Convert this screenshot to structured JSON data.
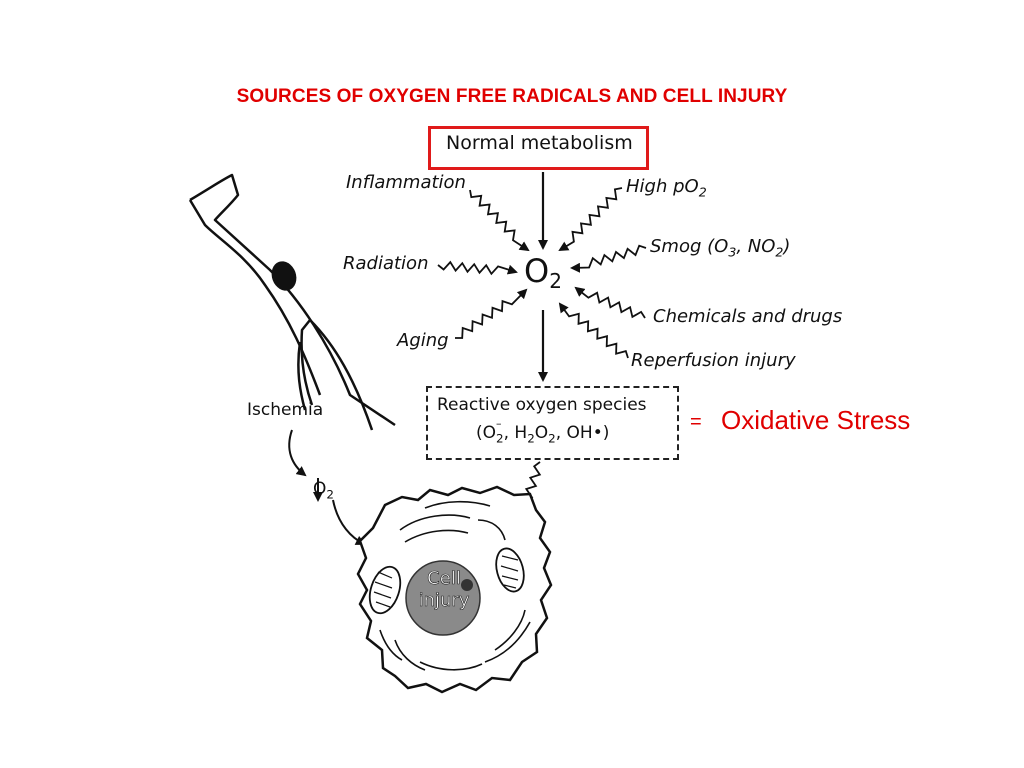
{
  "title": "SOURCES OF OXYGEN FREE RADICALS AND CELL INJURY",
  "center": {
    "symbol": "O",
    "subscript": "2"
  },
  "normal_metabolism": "Normal metabolism",
  "sources": {
    "inflammation": "Inflammation",
    "high_po2": {
      "text": "High pO",
      "sub": "2"
    },
    "radiation": "Radiation",
    "smog": {
      "pre": "Smog (O",
      "sub1": "3",
      "mid": ", NO",
      "sub2": "2",
      "post": ")"
    },
    "aging": "Aging",
    "chemicals": "Chemicals and drugs",
    "reperfusion": "Reperfusion injury"
  },
  "ros": {
    "line1": "Reactive oxygen species",
    "line2_pre": "(O",
    "line2_sup": "–",
    "line2_sub1": "2",
    "line2_mid": ", H",
    "line2_sub2": "2",
    "line2_mid2": "O",
    "line2_sub3": "2",
    "line2_post": ", OH•)"
  },
  "equals": "=",
  "oxidative_stress": "Oxidative Stress",
  "ischemia": "Ischemia",
  "ischemia_o2": {
    "symbol": "O",
    "subscript": "2"
  },
  "cell_injury": {
    "line1": "Cell",
    "line2": "injury"
  },
  "colors": {
    "accent_red": "#e00000",
    "ink": "#111111"
  }
}
